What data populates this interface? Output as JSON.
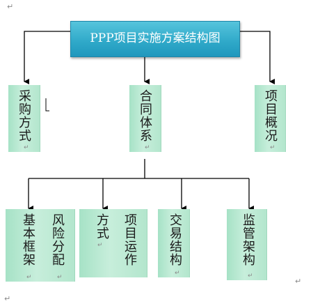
{
  "diagram": {
    "title": "PPP项目实施方案结构图",
    "return_mark": "↵",
    "level1": [
      {
        "label": "采购方式"
      },
      {
        "label": "合同体系"
      },
      {
        "label": "项目概况"
      }
    ],
    "level2": [
      {
        "label": "基本框架"
      },
      {
        "label": "风险分配"
      },
      {
        "label": "方式"
      },
      {
        "label": "项目运作"
      },
      {
        "label": "交易结构"
      },
      {
        "label": "监管架构"
      }
    ],
    "colors": {
      "title_fill": "#2ea8c8",
      "title_text": "#ffffff",
      "box_fill": "#b3e6cd",
      "connector": "#000000"
    }
  }
}
